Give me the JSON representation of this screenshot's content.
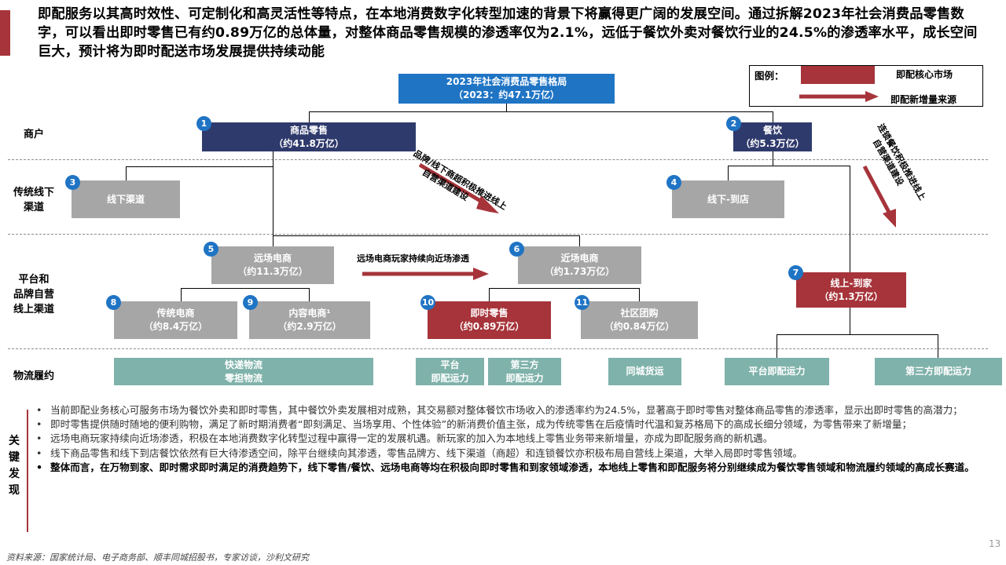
{
  "headline": "即配服务以其高时效性、可定制化和高灵活性等特点，在本地消费数字化转型加速的背景下将赢得更广阔的发展空间。通过拆解2023年社会消费品零售数字，可以看出即时零售已有约0.89万亿的总体量，对整体商品零售规模的渗透率仅为2.1%，远低于餐饮外卖对餐饮行业的24.5%的渗透率水平，成长空间巨大，预计将为即时配送市场发展提供持续动能",
  "top_node": {
    "line1": "2023年社会消费品零售格局",
    "line2": "（2023：约47.1万亿）"
  },
  "legend": {
    "title": "图例：",
    "core": "即配核心市场",
    "new": "即配新增量来源"
  },
  "rows": {
    "merchant": "商户",
    "offline": "传统线下\n渠道",
    "platform": "平台和\n品牌自营\n线上渠道",
    "logistics": "物流履约"
  },
  "nodes": {
    "n1": {
      "num": "1",
      "line1": "商品零售",
      "line2": "（约41.8万亿）"
    },
    "n2": {
      "num": "2",
      "line1": "餐饮",
      "line2": "（约5.3万亿）"
    },
    "n3": {
      "num": "3",
      "line1": "线下渠道"
    },
    "n4": {
      "num": "4",
      "line1": "线下-到店"
    },
    "n5": {
      "num": "5",
      "line1": "远场电商",
      "line2": "（约11.3万亿）"
    },
    "n6": {
      "num": "6",
      "line1": "近场电商",
      "line2": "（约1.73万亿）"
    },
    "n7": {
      "num": "7",
      "line1": "线上-到家",
      "line2": "（约1.3万亿）"
    },
    "n8": {
      "num": "8",
      "line1": "传统电商",
      "line2": "（约8.4万亿）"
    },
    "n9": {
      "num": "9",
      "line1": "内容电商¹",
      "line2": "（约2.9万亿）"
    },
    "n10": {
      "num": "10",
      "line1": "即时零售",
      "line2": "（约0.89万亿）"
    },
    "n11": {
      "num": "11",
      "line1": "社区团购",
      "line2": "（约0.84万亿）"
    }
  },
  "logistics": {
    "l1": {
      "line1": "快递物流",
      "line2": "零担物流"
    },
    "l2": {
      "line1": "平台",
      "line2": "即配运力"
    },
    "l3": {
      "line1": "第三方",
      "line2": "即配运力"
    },
    "l4": {
      "line1": "同城货运"
    },
    "l5": {
      "line1": "平台即配运力"
    },
    "l6": {
      "line1": "第三方即配运力"
    }
  },
  "arrows": {
    "a1": {
      "line1": "品牌/线下商超积极推进线上",
      "line2": "自营渠道建设"
    },
    "a2": {
      "line1": "远场电商玩家持续向近场渗透"
    },
    "a3": {
      "line1": "连锁餐饮积极推进线上",
      "line2": "自营渠道建设"
    }
  },
  "key_findings_label": "关键发现",
  "findings": [
    "当前即配业务核心可服务市场为餐饮外卖和即时零售，其中餐饮外卖发展相对成熟，其交易额对整体餐饮市场收入的渗透率约为24.5%，显著高于即时零售对整体商品零售的渗透率，显示出即时零售的高潜力；",
    "即时零售提供随时随地的便利购物，满足了新时期消费者“即刻满足、当场享用、个性体验”的新消费价值主张，成为传统零售在后疫情时代温和复苏格局下的高成长细分领域，为零售带来了新增量；",
    "远场电商玩家持续向近场渗透，积极在本地消费数字化转型过程中赢得一定的发展机遇。新玩家的加入为本地线上零售业务带来新增量，亦成为即配服务商的新机遇。",
    "线下商品零售和线下到店餐饮依然有巨大待渗透空间，除平台继续向其渗透，零售品牌方、线下渠道（商超）和连锁餐饮亦积极布局自营线上渠道，大举入局即时零售领域。",
    "整体而言，在万物到家、即时需求即时满足的消费趋势下，线下零售/餐饮、远场电商等均在积极向即时零售和到家领域渗透，本地线上零售和即配服务将分别继续成为餐饮零售领域和物流履约领域的高成长赛道。"
  ],
  "source": "资料来源：国家统计局、电子商务部、顺丰同城招股书，专家访谈，沙利文研究",
  "page_number": "13",
  "colors": {
    "accent_red": "#a6343a",
    "navy": "#2f3a6c",
    "blue": "#1f74c4",
    "gray": "#a6a6a6",
    "teal": "#7fb2aa"
  }
}
